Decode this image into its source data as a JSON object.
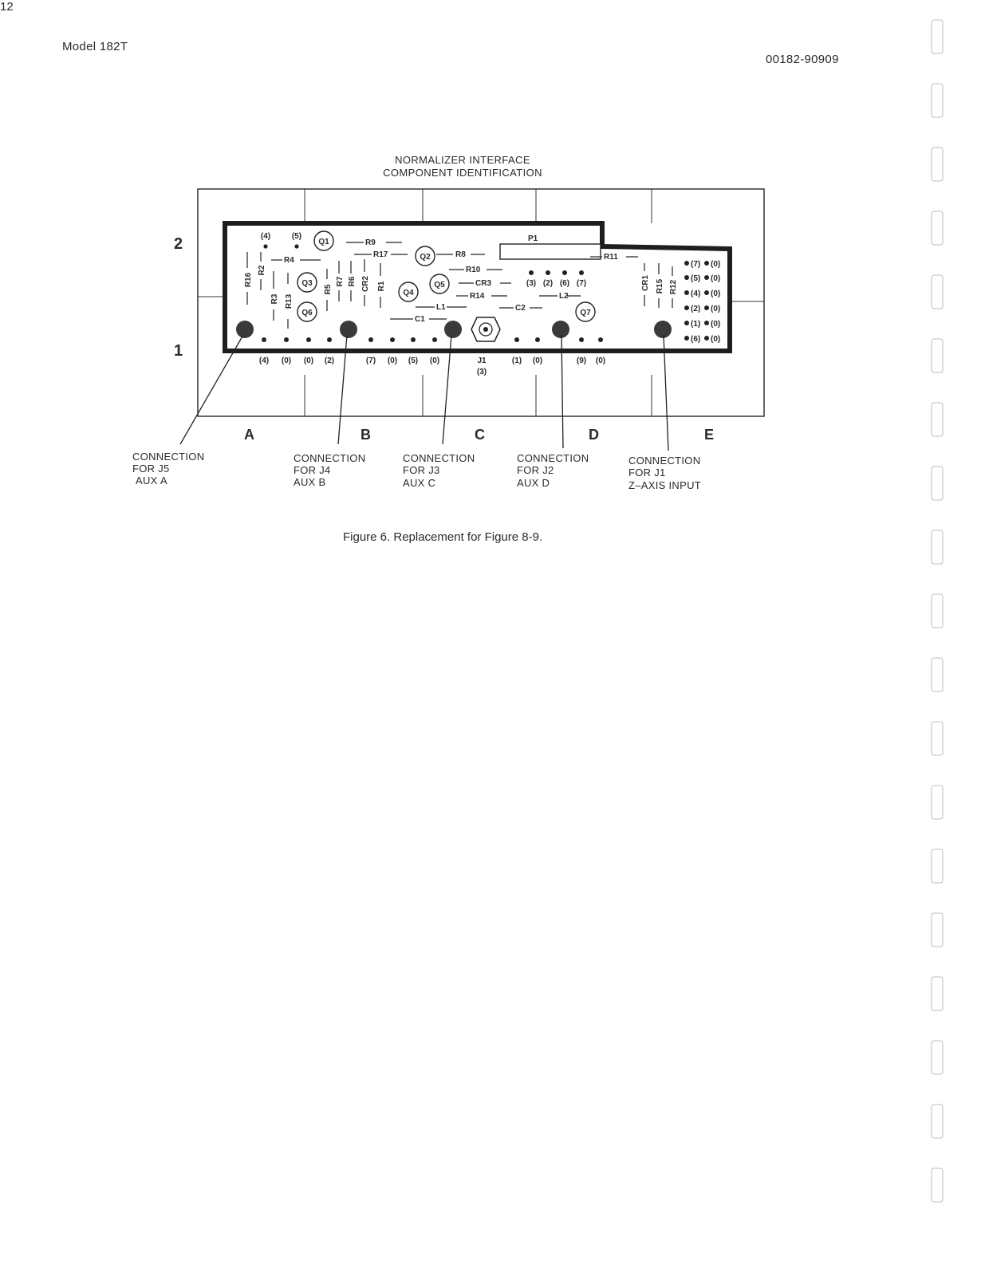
{
  "header": {
    "model": "Model 182T",
    "doc_number": "00182-90909"
  },
  "figure": {
    "title_line1": "NORMALIZER INTERFACE",
    "title_line2": "COMPONENT IDENTIFICATION",
    "caption": "Figure 6.  Replacement for Figure 8-9.",
    "row_labels": [
      "2",
      "1"
    ],
    "column_labels": [
      "A",
      "B",
      "C",
      "D",
      "E"
    ],
    "components": {
      "Q1": "Q1",
      "Q2": "Q2",
      "Q3": "Q3",
      "Q4": "Q4",
      "Q5": "Q5",
      "Q6": "Q6",
      "Q7": "Q7",
      "R1": "R1",
      "R2": "R2",
      "R3": "R3",
      "R4": "R4",
      "R5": "R5",
      "R6": "R6",
      "R7": "R7",
      "R8": "R8",
      "R9": "R9",
      "R10": "R10",
      "R11": "R11",
      "R12": "R12",
      "R13": "R13",
      "R14": "R14",
      "R15": "R15",
      "R16": "R16",
      "R17": "R17",
      "CR1": "CR1",
      "CR2": "CR2",
      "CR3": "CR3",
      "C1": "C1",
      "C2": "C2",
      "L1": "L1",
      "L2": "L2",
      "P1": "P1",
      "J1": "J1",
      "J1_code": "(3)"
    },
    "top_pin_codes": {
      "left_a": "(4)",
      "left_b": "(5)",
      "mid": [
        "(3)",
        "(2)",
        "(6)",
        "(7)"
      ]
    },
    "right_pin_codes": [
      [
        "(7)",
        "(0)"
      ],
      [
        "(5)",
        "(0)"
      ],
      [
        "(4)",
        "(0)"
      ],
      [
        "(2)",
        "(0)"
      ],
      [
        "(1)",
        "(0)"
      ],
      [
        "(6)",
        "(0)"
      ]
    ],
    "bottom_pin_codes": [
      "(4)",
      "(0)",
      "(0)",
      "(2)",
      "(7)",
      "(0)",
      "(5)",
      "(0)",
      "(1)",
      "(0)",
      "(9)",
      "(0)"
    ],
    "connections": [
      {
        "line1": "CONNECTION",
        "line2": "FOR J5",
        "line3": "AUX A"
      },
      {
        "line1": "CONNECTION",
        "line2": "FOR J4",
        "line3": "AUX B"
      },
      {
        "line1": "CONNECTION",
        "line2": "FOR J3",
        "line3": "AUX C"
      },
      {
        "line1": "CONNECTION",
        "line2": "FOR J2",
        "line3": "AUX D"
      },
      {
        "line1": "CONNECTION",
        "line2": "FOR J1",
        "line3": "Z–AXIS INPUT"
      }
    ]
  },
  "page_number": "12"
}
